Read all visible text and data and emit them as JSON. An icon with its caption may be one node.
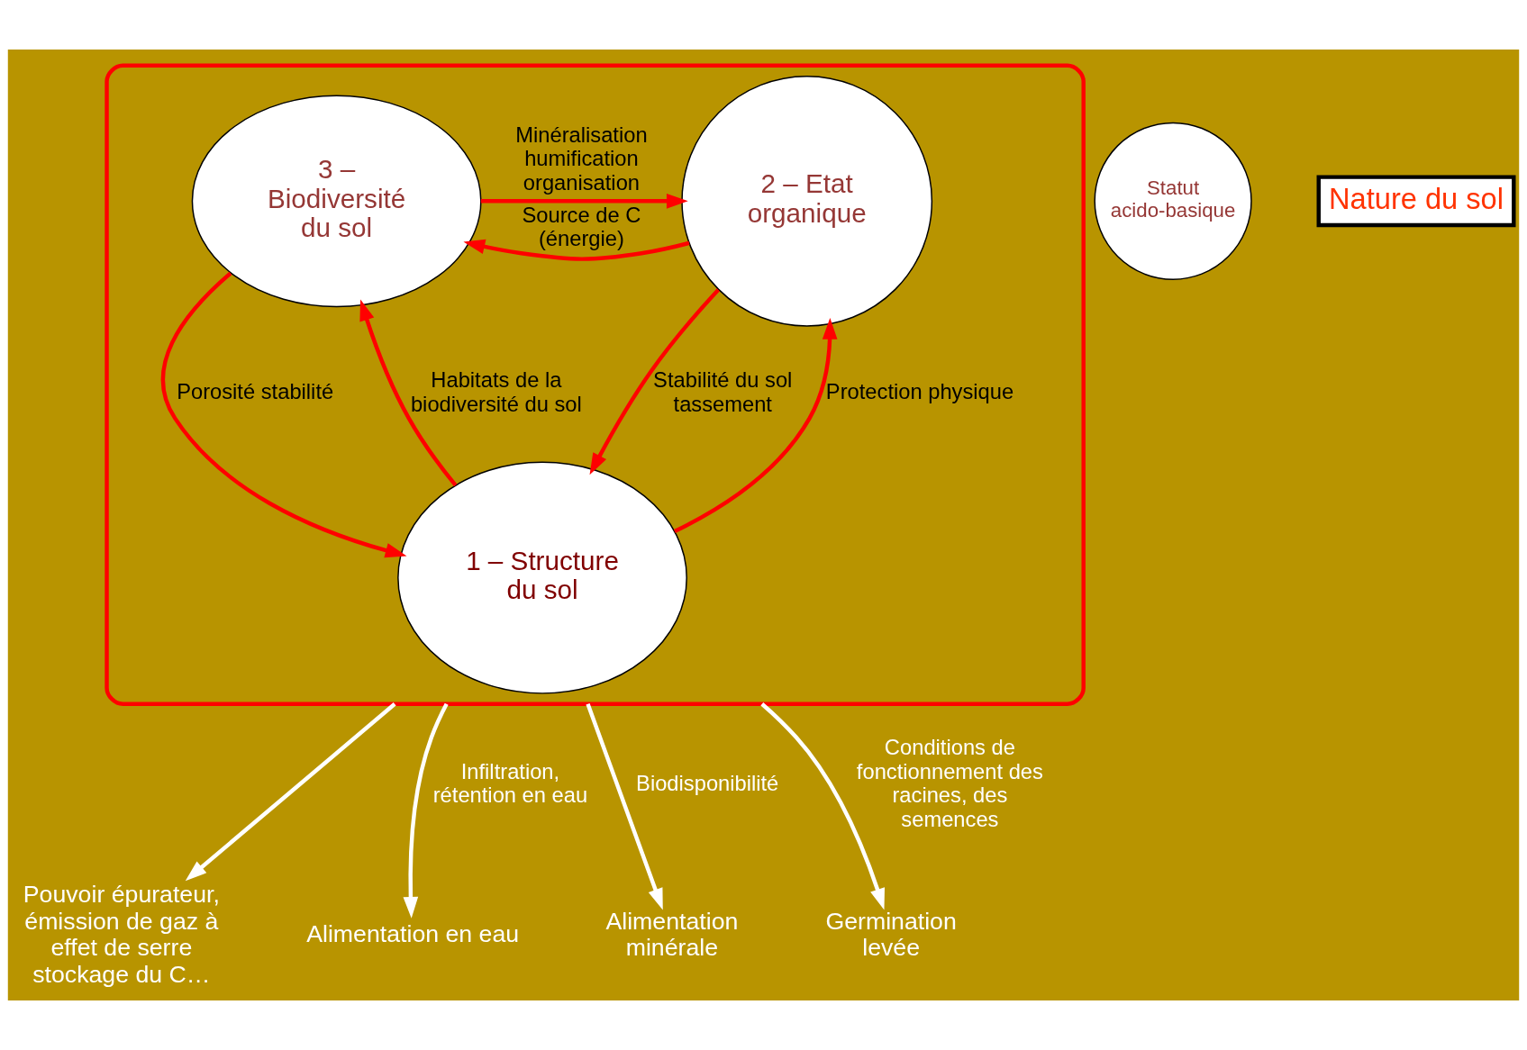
{
  "diagram": {
    "nodes": [
      {
        "text": [],
        "shape": "ellipse"
      },
      {
        "text": [
          "2 – Etat organique"
        ],
        "in": 0
      },
      {
        "text": [
          "3 – Biodiversité du sol"
        ],
        "in": 0
      },
      {
        "text": [
          "1 – Structure du sol"
        ],
        "in": 0
      },
      {
        "text": [
          "Statut acido-basique"
        ]
      },
      {
        "text": [
          "Pouvoir épurateur, émission de gaz à effet de serre stockage du C…"
        ]
      },
      {
        "text": [
          "Alimentation en eau"
        ]
      },
      {
        "text": [
          "Alimentation minérale"
        ]
      },
      {
        "text": [
          "Germination levée"
        ]
      },
      {
        "text": [
          "Nature du sol"
        ]
      }
    ],
    "edges": [
      {
        "from": 1,
        "to": 2,
        "arrow": "to",
        "label": "Source de C (énergie)"
      },
      {
        "from": 2,
        "to": 1,
        "arrow": "to",
        "label": "Minéralisation humification organisation"
      },
      {
        "from": 3,
        "to": 1,
        "arrow": "to",
        "label": "Protection physique"
      },
      {
        "from": 1,
        "to": 3,
        "arrow": "to",
        "label": "Stabilité du sol tassement"
      },
      {
        "from": 2,
        "to": 3,
        "arrow": "to",
        "label": "Porosité stabilité"
      },
      {
        "from": 3,
        "to": 2,
        "arrow": "to",
        "label": "Habitats de la biodiversité du sol"
      },
      {
        "from": 0,
        "to": 5,
        "arrow": "to",
        "color": "#ffffff"
      },
      {
        "from": 0,
        "to": 6,
        "arrow": "to",
        "color": "#ffffff",
        "label": "Infiltration, rétention en eau"
      },
      {
        "from": 0,
        "to": 7,
        "arrow": "to",
        "color": "#ffffff",
        "label": "Biodisponibilité"
      },
      {
        "from": 0,
        "to": 8,
        "arrow": "to",
        "color": "#ffffff",
        "label": "Conditions de fonctionnement des racines, des semences"
      }
    ]
  }
}
